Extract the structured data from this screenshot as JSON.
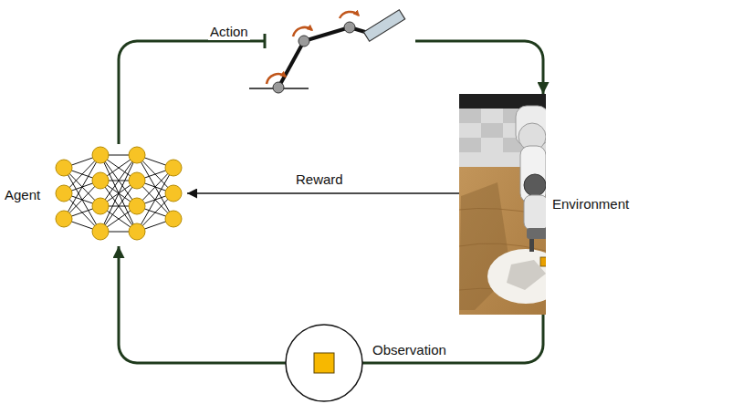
{
  "diagram": {
    "nodes": [
      {
        "text": [
          "Agent"
        ]
      },
      {
        "text": [
          "Environment"
        ]
      }
    ],
    "edges": [
      {
        "from": 0,
        "to": 1,
        "label": "Action",
        "arrow": "to"
      },
      {
        "from": 1,
        "to": 0,
        "label": "Reward",
        "arrow": "to"
      },
      {
        "from": 1,
        "to": 0,
        "label": "Observation",
        "arrow": "to"
      }
    ]
  }
}
